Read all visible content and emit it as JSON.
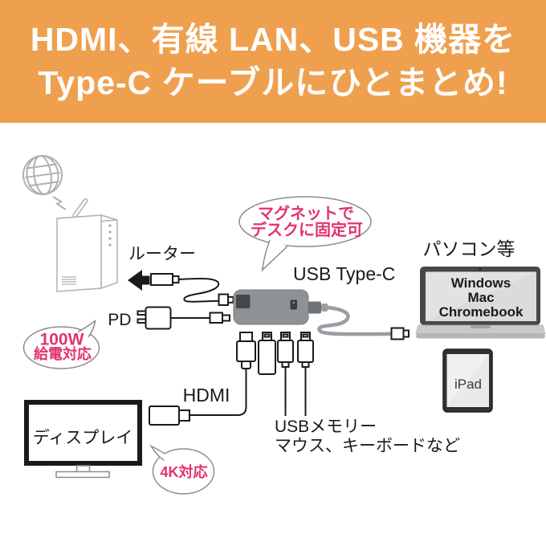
{
  "header": {
    "line1": "HDMI、有線 LAN、USB 機器を",
    "line2": "Type-C ケーブルにひとまとめ!",
    "bg_color": "#EFA04E",
    "text_color": "#FFFFFF"
  },
  "diagram": {
    "labels": {
      "router": "ルーター",
      "pd": "PD",
      "usb_type_c": "USB Type-C",
      "pc": "パソコン等",
      "hdmi": "HDMI",
      "display": "ディスプレイ",
      "usb_devices_line1": "USBメモリー",
      "usb_devices_line2": "マウス、キーボードなど",
      "ipad": "iPad"
    },
    "laptop_screen": {
      "line1": "Windows",
      "line2": "Mac",
      "line3": "Chromebook"
    },
    "bubbles": {
      "power": {
        "line1": "100W",
        "line2": "給電対応"
      },
      "magnet": {
        "line1": "マグネットで",
        "line2": "デスクに固定可"
      },
      "four_k": {
        "text": "4K対応"
      }
    },
    "icons": {
      "globe": "globe-icon",
      "wireless_bolt": "wireless-signal-icon",
      "left_arrow": "left-arrow-icon"
    },
    "colors": {
      "accent_orange": "#EFA04E",
      "accent_pink": "#E2336B",
      "hub_gray": "#8E9297",
      "cable_gray": "#9A9DA1",
      "line_gray": "#AFB1B3",
      "ink": "#1A1A1A"
    }
  }
}
